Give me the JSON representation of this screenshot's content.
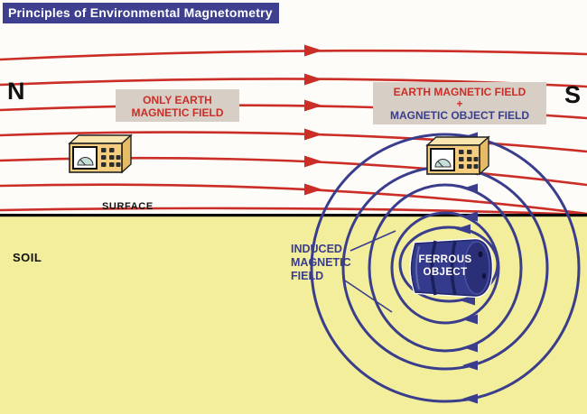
{
  "title": "Principles of Environmental Magnetometry",
  "compass": {
    "north": "N",
    "south": "S"
  },
  "labels": {
    "left_field_box": {
      "line1": "ONLY EARTH",
      "line2": "MAGNETIC FIELD"
    },
    "right_field_box": {
      "line1": "EARTH MAGNETIC FIELD",
      "line2": "+",
      "line3": "MAGNETIC OBJECT FIELD"
    },
    "surface": "SURFACE",
    "soil": "SOIL",
    "induced_field": {
      "line1": "INDUCED",
      "line2": "MAGNETIC",
      "line3": "FIELD"
    },
    "ferrous_object": {
      "line1": "FERROUS",
      "line2": "OBJECT"
    }
  },
  "icons": {
    "left_device": "magnetometer-icon",
    "right_device": "magnetometer-icon",
    "buried_object": "ferrous-object-barrel"
  },
  "colors": {
    "title_bar": "#3F3F90",
    "earth_field_red": "#CB2E27",
    "object_field_blue": "#3A3D8C",
    "soil": "#F3EE9C",
    "label_box_bg": "#D7CEC6",
    "device_body": "#F4CE7E"
  }
}
